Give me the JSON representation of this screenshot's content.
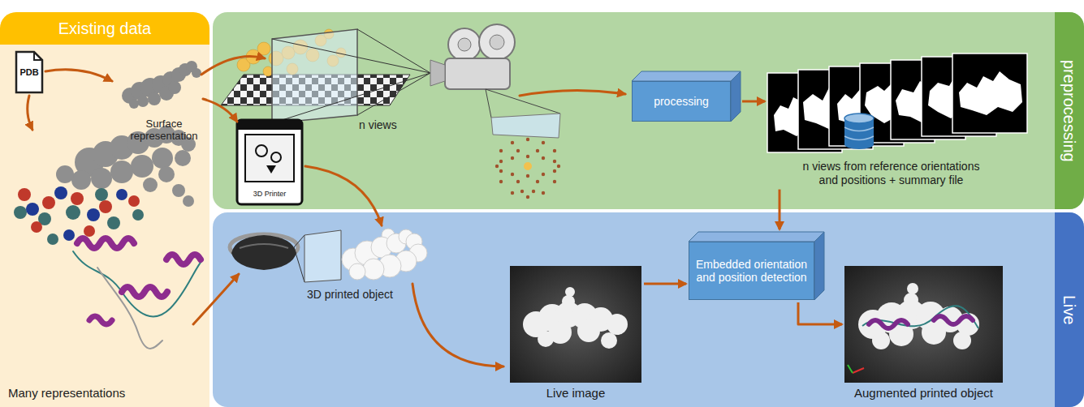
{
  "diagram": {
    "nodes": [
      {
        "text": [
          "Existing data"
        ]
      },
      {
        "text": [
          "preprocessing"
        ]
      },
      {
        "text": [
          "Live"
        ]
      },
      {
        "text": [
          "processing"
        ],
        "in": 1
      },
      {
        "text": [
          "n views from reference orientations and positions + summary file"
        ],
        "in": 1
      },
      {
        "text": [
          "Live image"
        ],
        "in": 2
      },
      {
        "text": [
          "Embedded orientation and position detection"
        ],
        "in": 2
      },
      {
        "text": [
          "Augmented printed object"
        ],
        "in": 2
      }
    ],
    "edges": [
      {
        "from": 3,
        "to": 4,
        "arrow": "to"
      },
      {
        "from": 4,
        "to": 6,
        "arrow": "to"
      },
      {
        "from": 5,
        "to": 6,
        "arrow": "to"
      },
      {
        "from": 6,
        "to": 7,
        "arrow": "to"
      }
    ],
    "labels": [
      "PDB",
      "Surface representation",
      "Many representations",
      "n views",
      "3D Printer",
      "3D printed object"
    ]
  }
}
